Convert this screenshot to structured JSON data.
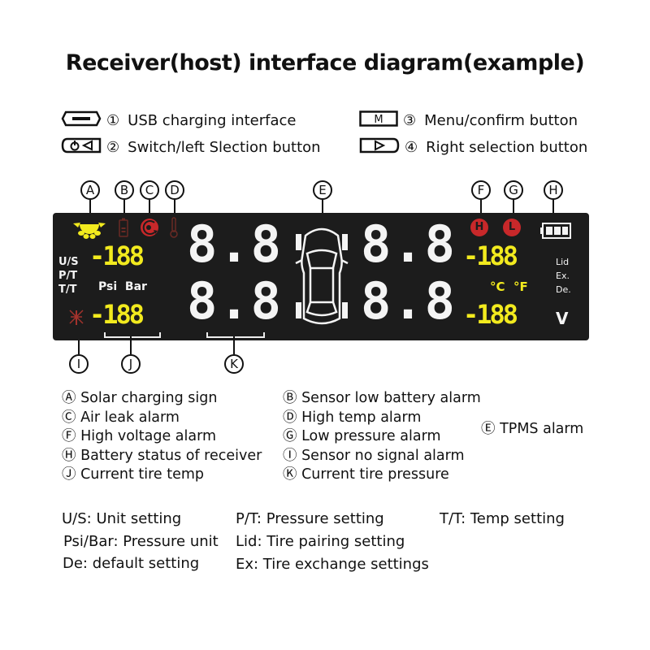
{
  "title": "Receiver(host) interface diagram(example)",
  "buttons": [
    {
      "num": "①",
      "icon": "usb-port-icon",
      "label": "USB charging interface"
    },
    {
      "num": "②",
      "icon": "power-left-button-icon",
      "icon_text": "⏻◁",
      "label": "Switch/left Slection button"
    },
    {
      "num": "③",
      "icon": "menu-button-icon",
      "icon_text": "M",
      "label": "Menu/confirm button"
    },
    {
      "num": "④",
      "icon": "right-button-icon",
      "icon_text": "▷",
      "label": "Right selection button"
    }
  ],
  "callouts": {
    "A": "A",
    "B": "B",
    "C": "C",
    "D": "D",
    "E": "E",
    "F": "F",
    "G": "G",
    "H": "H",
    "I": "I",
    "J": "J",
    "K": "K"
  },
  "lcd": {
    "left_labels": [
      "U/S",
      "P/T",
      "T/T"
    ],
    "pressure_units": "Psi  Bar",
    "small_readout_top": "-188",
    "small_readout_bottom": "-188",
    "right_readout_top": "-188",
    "right_readout_bottom": "-188",
    "big_digits": [
      "8.8",
      "8.8",
      "8.8",
      "8.8"
    ],
    "temp_units": "°C  °F",
    "side_labels": [
      "Lid",
      "Ex.",
      "De."
    ],
    "voltage_label": "V",
    "high_alarm_glyph": "H",
    "low_alarm_glyph": "L",
    "colors": {
      "panel": "#1c1c1c",
      "yellow": "#f2ea1e",
      "red": "#c8282a",
      "dim_red": "#6a2a24",
      "white": "#f4f4f4"
    }
  },
  "legend": {
    "left": [
      {
        "key": "Ⓐ",
        "text": "Solar charging sign"
      },
      {
        "key": "Ⓒ",
        "text": "Air leak alarm"
      },
      {
        "key": "Ⓕ",
        "text": "High voltage alarm"
      },
      {
        "key": "Ⓗ",
        "text": "Battery status of receiver"
      },
      {
        "key": "Ⓙ",
        "text": "Current tire temp"
      }
    ],
    "middle": [
      {
        "key": "Ⓑ",
        "text": "Sensor low battery alarm"
      },
      {
        "key": "Ⓓ",
        "text": "High temp alarm"
      },
      {
        "key": "Ⓖ",
        "text": "Low pressure alarm"
      },
      {
        "key": "Ⓘ",
        "text": "Sensor no signal alarm"
      },
      {
        "key": "Ⓚ",
        "text": "Current tire pressure"
      }
    ],
    "right": [
      {
        "key": "Ⓔ",
        "text": "TPMS alarm"
      }
    ]
  },
  "notes": {
    "row1": [
      "U/S: Unit setting",
      "P/T: Pressure setting",
      "T/T: Temp setting"
    ],
    "row2": [
      "Psi/Bar: Pressure unit",
      "Lid: Tire pairing setting"
    ],
    "row3": [
      "De: default setting",
      "Ex: Tire exchange settings"
    ]
  }
}
